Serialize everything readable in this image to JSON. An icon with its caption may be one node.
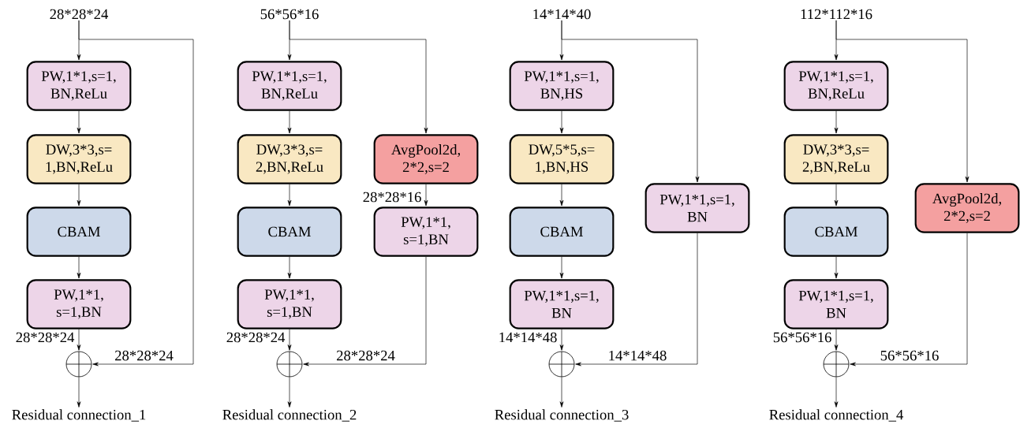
{
  "diagram": {
    "nodes": [
      {
        "text": [
          "28*28*24"
        ]
      },
      {
        "text": [
          "PW,1*1,s=1, BN,ReLu"
        ]
      },
      {
        "text": [
          "DW,3*3,s= 1,BN,ReLu"
        ]
      },
      {
        "text": [
          "CBAM"
        ]
      },
      {
        "text": [
          "PW,1*1, s=1,BN"
        ]
      },
      {
        "text": [],
        "shape": "circle"
      },
      {
        "text": [
          "Residual connection_1"
        ]
      },
      {
        "text": [
          "56*56*16"
        ]
      },
      {
        "text": [
          "PW,1*1,s=1, BN,ReLu"
        ]
      },
      {
        "text": [
          "DW,3*3,s= 2,BN,ReLu"
        ]
      },
      {
        "text": [
          "CBAM"
        ]
      },
      {
        "text": [
          "PW,1*1, s=1,BN"
        ]
      },
      {
        "text": [
          "AvgPool2d, 2*2,s=2"
        ]
      },
      {
        "text": [
          "PW,1*1, s=1,BN"
        ]
      },
      {
        "text": [],
        "shape": "circle"
      },
      {
        "text": [
          "Residual connection_2"
        ]
      },
      {
        "text": [
          "14*14*40"
        ]
      },
      {
        "text": [
          "PW,1*1,s=1, BN,HS"
        ]
      },
      {
        "text": [
          "DW,5*5,s= 1,BN,HS"
        ]
      },
      {
        "text": [
          "CBAM"
        ]
      },
      {
        "text": [
          "PW,1*1,s=1, BN"
        ]
      },
      {
        "text": [
          "PW,1*1,s=1, BN"
        ]
      },
      {
        "text": [],
        "shape": "circle"
      },
      {
        "text": [
          "Residual connection_3"
        ]
      },
      {
        "text": [
          "112*112*16"
        ]
      },
      {
        "text": [
          "PW,1*1,s=1, BN,ReLu"
        ]
      },
      {
        "text": [
          "DW,3*3,s= 2,BN,ReLu"
        ]
      },
      {
        "text": [
          "CBAM"
        ]
      },
      {
        "text": [
          "PW,1*1,s=1, BN"
        ]
      },
      {
        "text": [
          "AvgPool2d, 2*2,s=2"
        ]
      },
      {
        "text": [],
        "shape": "circle"
      },
      {
        "text": [
          "Residual connection_4"
        ]
      }
    ],
    "edges": [
      {
        "from": 0,
        "to": 1,
        "arrow": "to"
      },
      {
        "from": 1,
        "to": 2,
        "arrow": "to"
      },
      {
        "from": 2,
        "to": 3,
        "arrow": "to"
      },
      {
        "from": 3,
        "to": 4,
        "arrow": "to"
      },
      {
        "from": 4,
        "to": 5,
        "arrow": "to",
        "label": "28*28*24"
      },
      {
        "from": 0,
        "to": 5,
        "arrow": "to",
        "label": "28*28*24"
      },
      {
        "from": 5,
        "to": 6,
        "arrow": "to"
      },
      {
        "from": 7,
        "to": 8,
        "arrow": "to"
      },
      {
        "from": 8,
        "to": 9,
        "arrow": "to"
      },
      {
        "from": 9,
        "to": 10,
        "arrow": "to"
      },
      {
        "from": 10,
        "to": 11,
        "arrow": "to"
      },
      {
        "from": 11,
        "to": 14,
        "arrow": "to",
        "label": "28*28*24"
      },
      {
        "from": 7,
        "to": 12,
        "arrow": "to"
      },
      {
        "from": 12,
        "to": 13,
        "arrow": "to",
        "label": "28*28*16"
      },
      {
        "from": 13,
        "to": 14,
        "arrow": "to",
        "label": "28*28*24"
      },
      {
        "from": 14,
        "to": 15,
        "arrow": "to"
      },
      {
        "from": 16,
        "to": 17,
        "arrow": "to"
      },
      {
        "from": 17,
        "to": 18,
        "arrow": "to"
      },
      {
        "from": 18,
        "to": 19,
        "arrow": "to"
      },
      {
        "from": 19,
        "to": 20,
        "arrow": "to"
      },
      {
        "from": 20,
        "to": 22,
        "arrow": "to",
        "label": "14*14*48"
      },
      {
        "from": 16,
        "to": 21,
        "arrow": "to"
      },
      {
        "from": 21,
        "to": 22,
        "arrow": "to",
        "label": "14*14*48"
      },
      {
        "from": 22,
        "to": 23,
        "arrow": "to"
      },
      {
        "from": 24,
        "to": 25,
        "arrow": "to"
      },
      {
        "from": 25,
        "to": 26,
        "arrow": "to"
      },
      {
        "from": 26,
        "to": 27,
        "arrow": "to"
      },
      {
        "from": 27,
        "to": 28,
        "arrow": "to"
      },
      {
        "from": 28,
        "to": 30,
        "arrow": "to",
        "label": "56*56*16"
      },
      {
        "from": 24,
        "to": 29,
        "arrow": "to"
      },
      {
        "from": 29,
        "to": 30,
        "arrow": "to",
        "label": "56*56*16"
      },
      {
        "from": 30,
        "to": 31,
        "arrow": "to"
      }
    ]
  }
}
